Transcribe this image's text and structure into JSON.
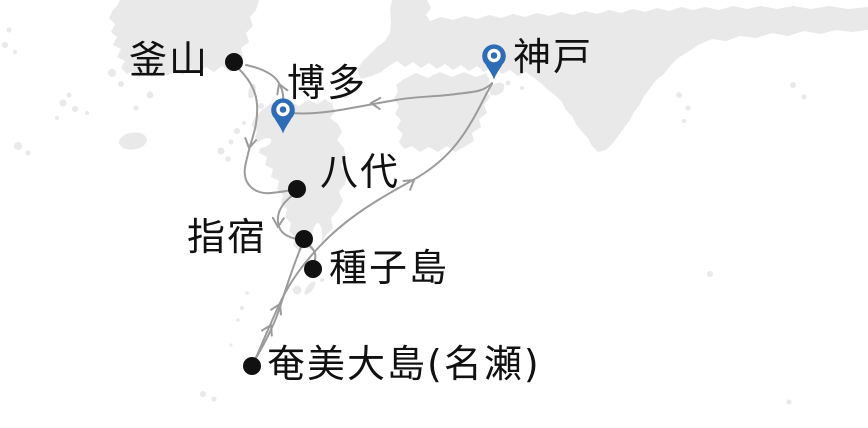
{
  "map": {
    "kind": "cruise-route-map",
    "colors": {
      "sea": "#ffffff",
      "land": "#e9e9e9",
      "route": "#9b9b9b",
      "dot": "#111111",
      "pin": "#2e6db6",
      "pin_ring": "#ffffff",
      "label": "#111111"
    },
    "ports": [
      {
        "id": "busan",
        "label": "釜山",
        "marker": "dot"
      },
      {
        "id": "hakata",
        "label": "博多",
        "marker": "pin"
      },
      {
        "id": "kobe",
        "label": "神戸",
        "marker": "pin"
      },
      {
        "id": "yatsushiro",
        "label": "八代",
        "marker": "dot"
      },
      {
        "id": "ibusuki",
        "label": "指宿",
        "marker": "dot"
      },
      {
        "id": "tanegashima",
        "label": "種子島",
        "marker": "dot"
      },
      {
        "id": "amami",
        "label": "奄美大島(名瀬)",
        "marker": "dot"
      }
    ],
    "route_legs": [
      {
        "from": "神戸",
        "to": "博多",
        "arrow": "west"
      },
      {
        "from": "博多",
        "to": "釜山",
        "arrow": "north"
      },
      {
        "from": "釜山",
        "to": "八代",
        "arrow": "south"
      },
      {
        "from": "八代",
        "to": "指宿",
        "arrow": "south"
      },
      {
        "from": "指宿",
        "to": "種子島",
        "arrow": null
      },
      {
        "from": "指宿",
        "to": "奄美大島(名瀬)",
        "arrow": null
      },
      {
        "from": "奄美大島(名瀬)",
        "to": "神戸",
        "arrow": "northeast",
        "arrow_count": 3
      }
    ]
  }
}
